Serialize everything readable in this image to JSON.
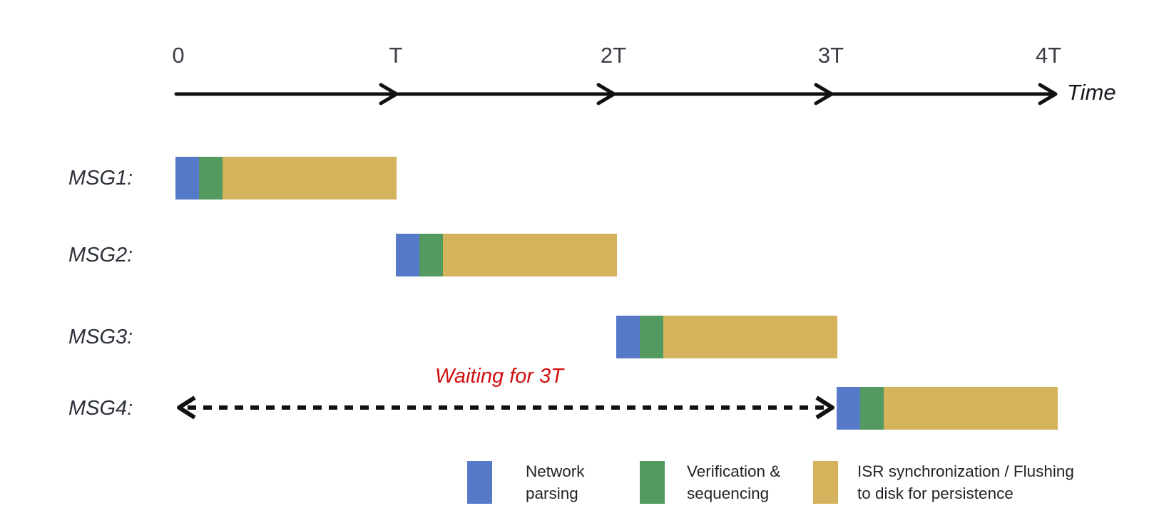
{
  "colors": {
    "blue": "#567AC8",
    "green": "#529A60",
    "yellow": "#D4B35C",
    "red": "#D11010",
    "axis": "#111111",
    "msg_label": "#2B3038",
    "tick_label": "#3A3E45",
    "legend_text": "#1F2328",
    "background": "#FFFFFF"
  },
  "axis": {
    "ticks": [
      "0",
      "T",
      "2T",
      "3T",
      "4T"
    ],
    "label": "Time"
  },
  "rows": [
    {
      "label": "MSG1:",
      "start": "0",
      "end": "T"
    },
    {
      "label": "MSG2:",
      "start": "T",
      "end": "2T"
    },
    {
      "label": "MSG3:",
      "start": "2T",
      "end": "3T"
    },
    {
      "label": "MSG4:",
      "start": "3T",
      "end": "4T"
    }
  ],
  "annotation": {
    "text": "Waiting for 3T"
  },
  "legend": {
    "items": [
      {
        "name": "network-parsing",
        "lines": [
          "Network",
          "parsing"
        ]
      },
      {
        "name": "verification-sequencing",
        "lines": [
          "Verification &",
          "sequencing"
        ]
      },
      {
        "name": "isr-sync-flush",
        "lines": [
          "ISR synchronization / Flushing",
          "to disk for persistence"
        ]
      }
    ]
  },
  "chart_data": {
    "type": "bar",
    "orientation": "horizontal-gantt",
    "xlabel": "Time",
    "x_ticks": [
      "0",
      "T",
      "2T",
      "3T",
      "4T"
    ],
    "legend_entries": [
      "Network parsing",
      "Verification & sequencing",
      "ISR synchronization / Flushing to disk for persistence"
    ],
    "rows": [
      {
        "label": "MSG1:",
        "start_t": 0,
        "end_t": 1,
        "segments": [
          {
            "name": "Network parsing",
            "from_t": 0.0,
            "to_t": 0.11
          },
          {
            "name": "Verification & sequencing",
            "from_t": 0.11,
            "to_t": 0.22
          },
          {
            "name": "ISR synchronization / Flushing to disk for persistence",
            "from_t": 0.22,
            "to_t": 1.0
          }
        ]
      },
      {
        "label": "MSG2:",
        "start_t": 1,
        "end_t": 2,
        "segments": [
          {
            "name": "Network parsing",
            "from_t": 1.0,
            "to_t": 1.11
          },
          {
            "name": "Verification & sequencing",
            "from_t": 1.11,
            "to_t": 1.22
          },
          {
            "name": "ISR synchronization / Flushing to disk for persistence",
            "from_t": 1.22,
            "to_t": 2.0
          }
        ]
      },
      {
        "label": "MSG3:",
        "start_t": 2,
        "end_t": 3,
        "segments": [
          {
            "name": "Network parsing",
            "from_t": 2.0,
            "to_t": 2.11
          },
          {
            "name": "Verification & sequencing",
            "from_t": 2.11,
            "to_t": 2.22
          },
          {
            "name": "ISR synchronization / Flushing to disk for persistence",
            "from_t": 2.22,
            "to_t": 3.0
          }
        ]
      },
      {
        "label": "MSG4:",
        "start_t": 3,
        "end_t": 4,
        "segments": [
          {
            "name": "Network parsing",
            "from_t": 3.0,
            "to_t": 3.11
          },
          {
            "name": "Verification & sequencing",
            "from_t": 3.11,
            "to_t": 3.22
          },
          {
            "name": "ISR synchronization / Flushing to disk for persistence",
            "from_t": 3.22,
            "to_t": 4.0
          }
        ]
      }
    ],
    "annotations": [
      {
        "text": "Waiting for 3T",
        "row": "MSG4:",
        "arrow_from_t": 0,
        "arrow_to_t": 3,
        "style": "dashed-double-arrow"
      }
    ]
  }
}
